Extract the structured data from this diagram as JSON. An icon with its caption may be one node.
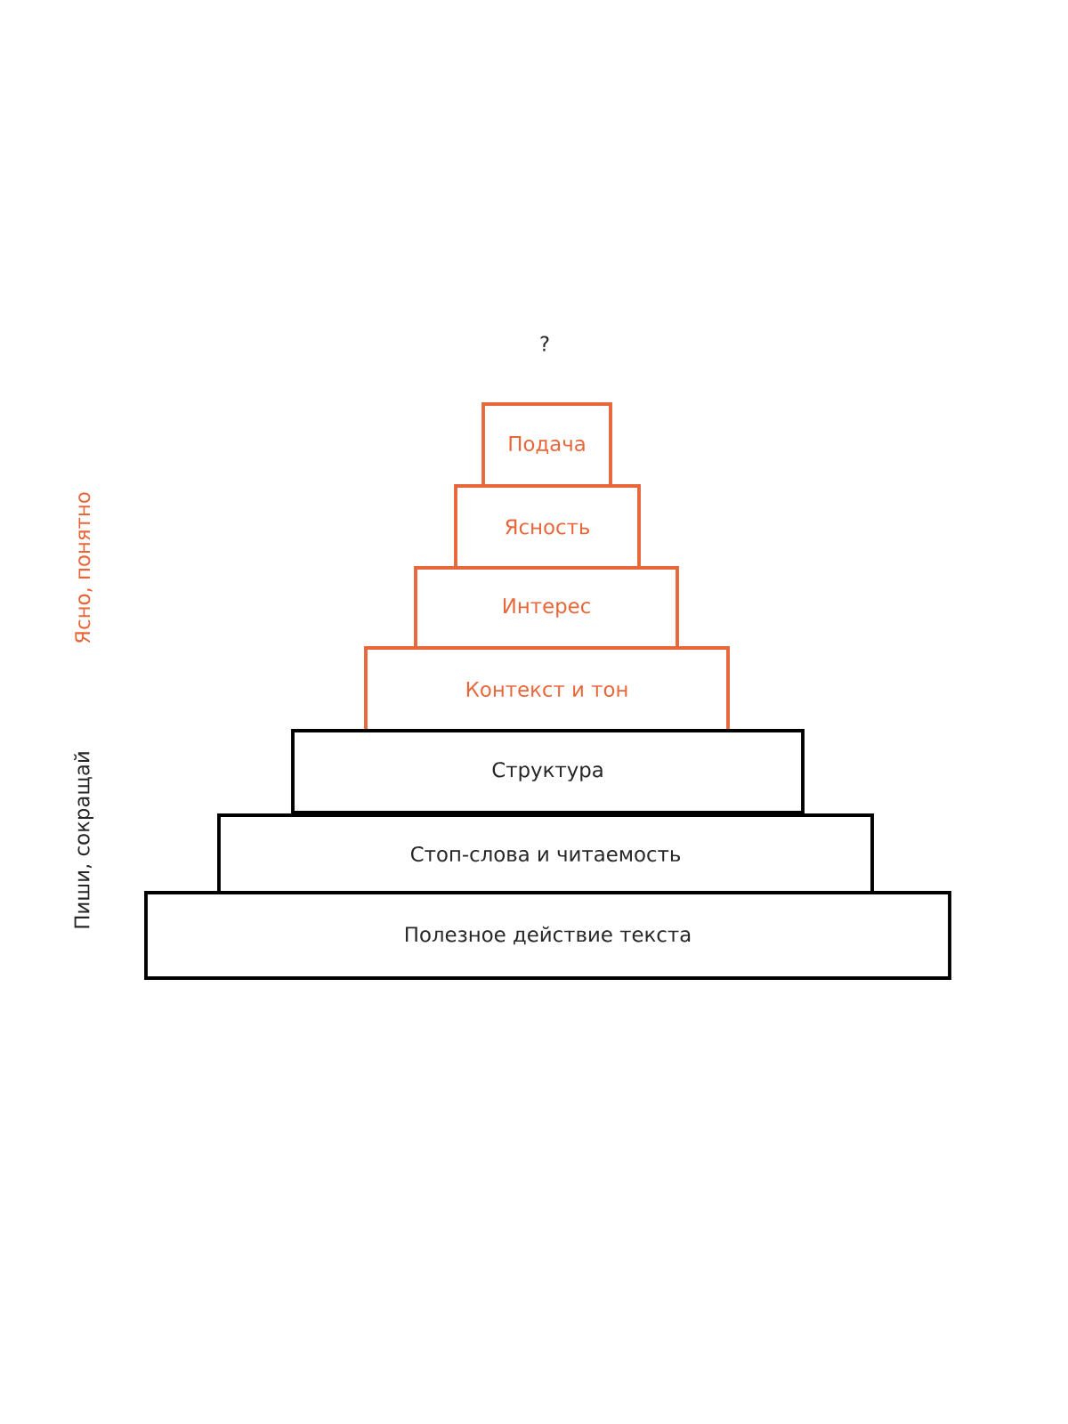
{
  "diagram": {
    "nodes": [
      {
        "text": [
          "Подача"
        ]
      },
      {
        "text": [
          "Ясность"
        ]
      },
      {
        "text": [
          "Интерес"
        ]
      },
      {
        "text": [
          "Контекст и тон"
        ]
      },
      {
        "text": [
          "Структура"
        ]
      },
      {
        "text": [
          "Стоп-слова и читаемость"
        ]
      },
      {
        "text": [
          "Полезное действие текста"
        ]
      }
    ],
    "labels": [
      "?",
      "Ясно, понятно",
      "Пиши, сокращай"
    ]
  }
}
